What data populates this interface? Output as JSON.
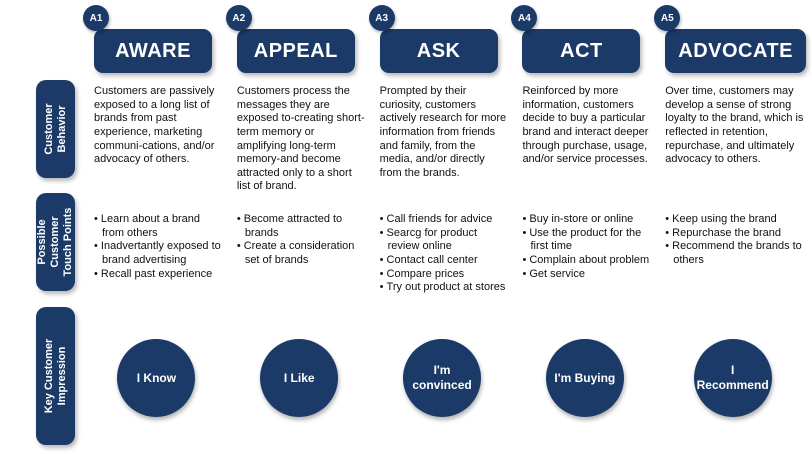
{
  "colors": {
    "navy": "#1b3a67",
    "text": "#111111",
    "background": "#ffffff"
  },
  "rows": {
    "behavior_label": "Customer Behavior",
    "touch_label": "Possible Customer\nTouch Points",
    "impression_label": "Key Customer\nImpression"
  },
  "stages": [
    {
      "badge": "A1",
      "title": "AWARE",
      "behavior": "Customers are passively exposed to a long list of brands from past experience, marketing communi-cations, and/or advocacy of others.",
      "touch_points": [
        "Learn about a brand from others",
        "Inadvertantly exposed to brand advertising",
        "Recall past experience"
      ],
      "impression": "I Know"
    },
    {
      "badge": "A2",
      "title": "APPEAL",
      "behavior": "Customers process the messages they are exposed to-creating short-term memory or amplifying long-term memory-and become attracted only to a short list of brand.",
      "touch_points": [
        "Become attracted to brands",
        "Create a consideration set of brands"
      ],
      "impression": "I Like"
    },
    {
      "badge": "A3",
      "title": "ASK",
      "behavior": "Prompted by their curiosity, customers actively research for more information from friends and family, from the media, and/or directly from the brands.",
      "touch_points": [
        "Call friends for advice",
        "Searcg for product review online",
        "Contact call center",
        "Compare prices",
        "Try out product at stores"
      ],
      "impression": "I'm convinced"
    },
    {
      "badge": "A4",
      "title": "ACT",
      "behavior": "Reinforced by more information, customers decide to buy a particular brand and interact deeper through purchase, usage, and/or service processes.",
      "touch_points": [
        "Buy in-store or online",
        "Use the product for the first time",
        "Complain about problem",
        "Get service"
      ],
      "impression": "I'm Buying"
    },
    {
      "badge": "A5",
      "title": "ADVOCATE",
      "behavior": "Over time, customers may develop a sense of strong loyalty to the brand, which is reflected in retention, repurchase, and ultimately advocacy to others.",
      "touch_points": [
        "Keep using the brand",
        "Repurchase the brand",
        "Recommend the brands to others"
      ],
      "impression": "I Recommend"
    }
  ]
}
